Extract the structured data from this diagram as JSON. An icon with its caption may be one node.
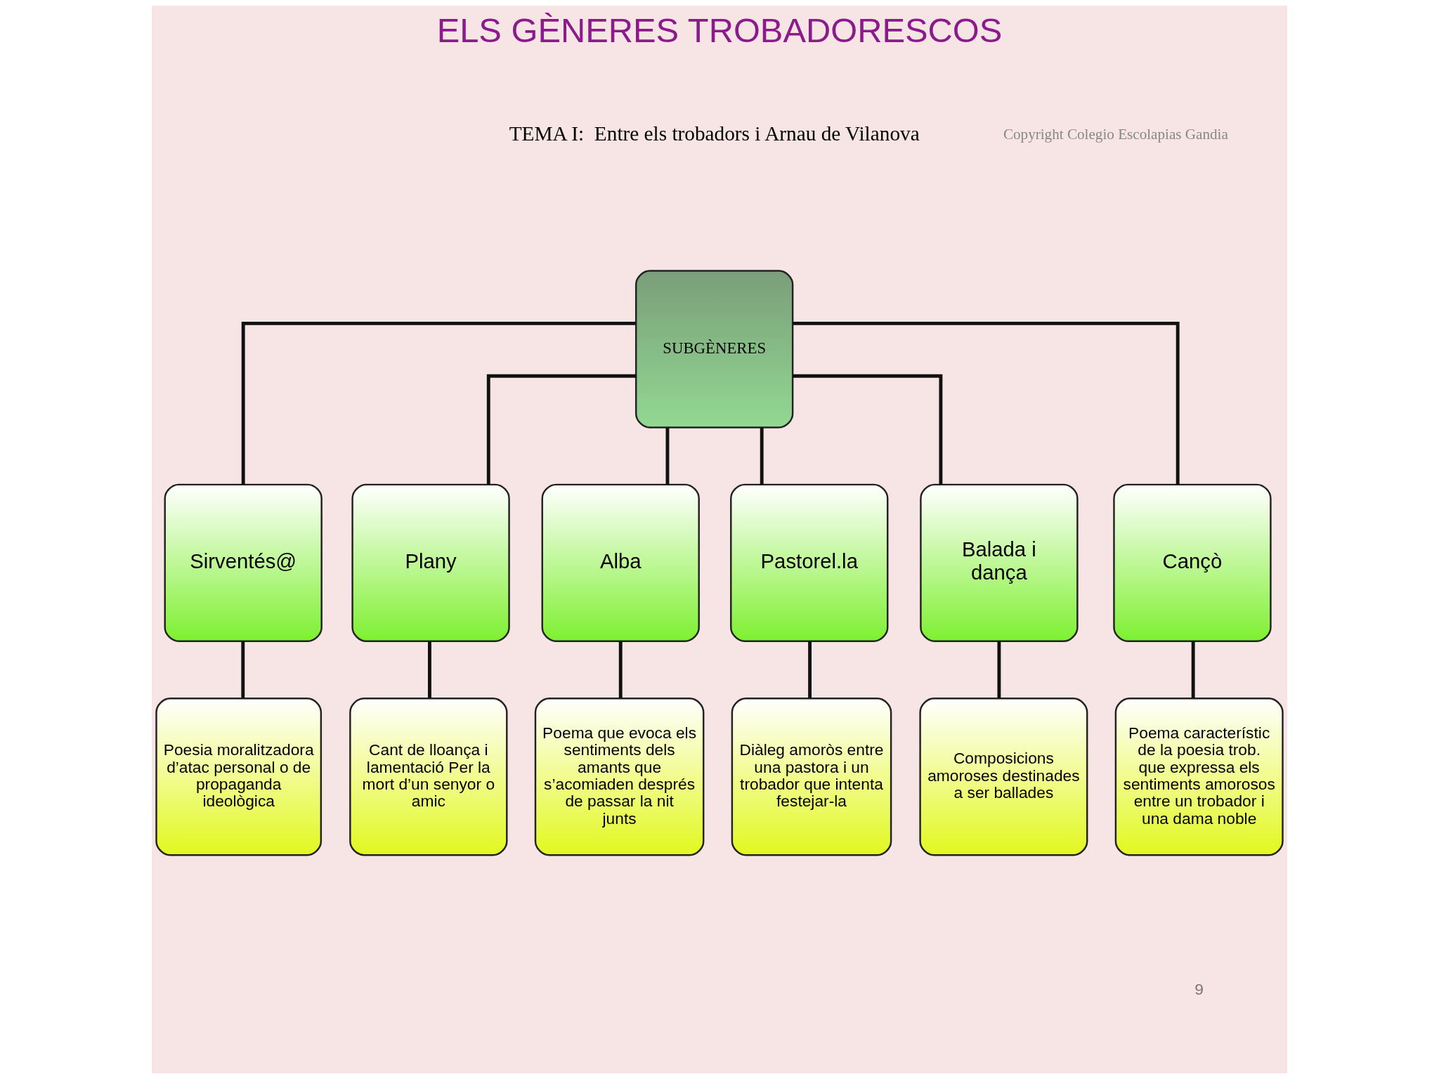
{
  "diagram": {
    "title": "ELS GÈNERES TROBADORESCOS",
    "nodes": [
      {
        "text": [
          "SUBGÈNERES"
        ]
      },
      {
        "text": [
          "Sirventés@"
        ]
      },
      {
        "text": [
          "Plany"
        ]
      },
      {
        "text": [
          "Alba"
        ]
      },
      {
        "text": [
          "Pastorel.la"
        ]
      },
      {
        "text": [
          "Balada i dança"
        ]
      },
      {
        "text": [
          "Cançò"
        ]
      },
      {
        "text": [
          "Poesia moralitzadora d’atac personal o de propaganda ideològica"
        ]
      },
      {
        "text": [
          "Cant de lloança i lamentació Per la mort d’un senyor o amic"
        ]
      },
      {
        "text": [
          "Poema que evoca els sentiments dels amants que s’acomiaden després de passar la nit junts"
        ]
      },
      {
        "text": [
          "Diàleg amoròs entre una pastora i un trobador que intenta festejar-la"
        ]
      },
      {
        "text": [
          "Composicions amoroses destinades a ser ballades"
        ]
      },
      {
        "text": [
          "Poema característic de la poesia trob. que expressa els sentiments amorosos entre un trobador i una dama noble"
        ]
      }
    ],
    "edges": [
      {
        "from": 0,
        "to": 1,
        "arrow": "none"
      },
      {
        "from": 0,
        "to": 2,
        "arrow": "none"
      },
      {
        "from": 0,
        "to": 3,
        "arrow": "none"
      },
      {
        "from": 0,
        "to": 4,
        "arrow": "none"
      },
      {
        "from": 0,
        "to": 5,
        "arrow": "none"
      },
      {
        "from": 0,
        "to": 6,
        "arrow": "none"
      },
      {
        "from": 1,
        "to": 7,
        "arrow": "none"
      },
      {
        "from": 2,
        "to": 8,
        "arrow": "none"
      },
      {
        "from": 3,
        "to": 9,
        "arrow": "none"
      },
      {
        "from": 4,
        "to": 10,
        "arrow": "none"
      },
      {
        "from": 5,
        "to": 11,
        "arrow": "none"
      },
      {
        "from": 6,
        "to": 12,
        "arrow": "none"
      }
    ],
    "labels": [
      "TEMA I:  Entre els trobadors i Arnau de Vilanova",
      "Copyright Colegio Escolapias Gandia",
      "9"
    ]
  }
}
